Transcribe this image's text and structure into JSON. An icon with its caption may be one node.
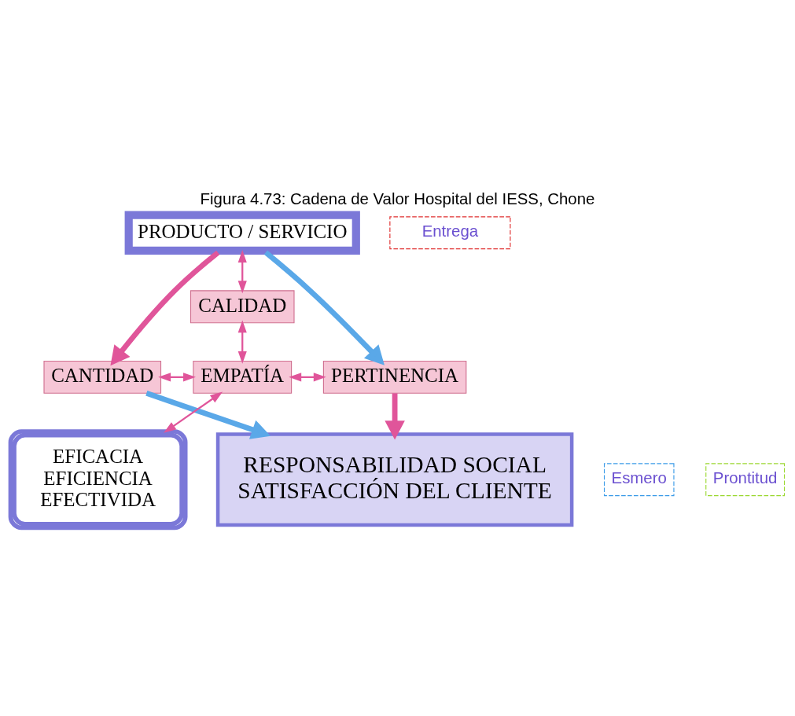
{
  "diagram": {
    "title": "Figura 4.73: Cadena de Valor Hospital del IESS, Chone",
    "nodes": [
      {
        "text": [
          "PRODUCTO / SERVICIO"
        ]
      },
      {
        "text": [
          "CALIDAD"
        ]
      },
      {
        "text": [
          "CANTIDAD"
        ]
      },
      {
        "text": [
          "EMPATÍA"
        ]
      },
      {
        "text": [
          "PERTINENCIA"
        ]
      },
      {
        "text": [
          "Esmero"
        ]
      },
      {
        "text": [
          "EFICACIA",
          "EFICIENCIA",
          "EFECTIVIDA"
        ]
      },
      {
        "text": [
          "Prontitud"
        ]
      },
      {
        "text": [
          "Entrega"
        ]
      },
      {
        "text": [
          "RESPONSABILIDAD SOCIAL",
          "SATISFACCIÓN DEL CLIENTE"
        ]
      }
    ],
    "edges": [
      {
        "from": 0,
        "to": 1,
        "arrow": "both"
      },
      {
        "from": 1,
        "to": 3,
        "arrow": "both"
      },
      {
        "from": 2,
        "to": 3,
        "arrow": "both"
      },
      {
        "from": 3,
        "to": 4,
        "arrow": "both"
      },
      {
        "from": 3,
        "to": 6,
        "arrow": "both"
      },
      {
        "from": 0,
        "to": 2,
        "arrow": "to",
        "style": "thick"
      },
      {
        "from": 0,
        "to": 4,
        "arrow": "to",
        "style": "thick",
        "color": "#5aa8e8"
      },
      {
        "from": 2,
        "to": 9,
        "arrow": "to",
        "style": "thick",
        "color": "#5aa8e8"
      },
      {
        "from": 4,
        "to": 9,
        "arrow": "to",
        "style": "thick"
      }
    ]
  }
}
